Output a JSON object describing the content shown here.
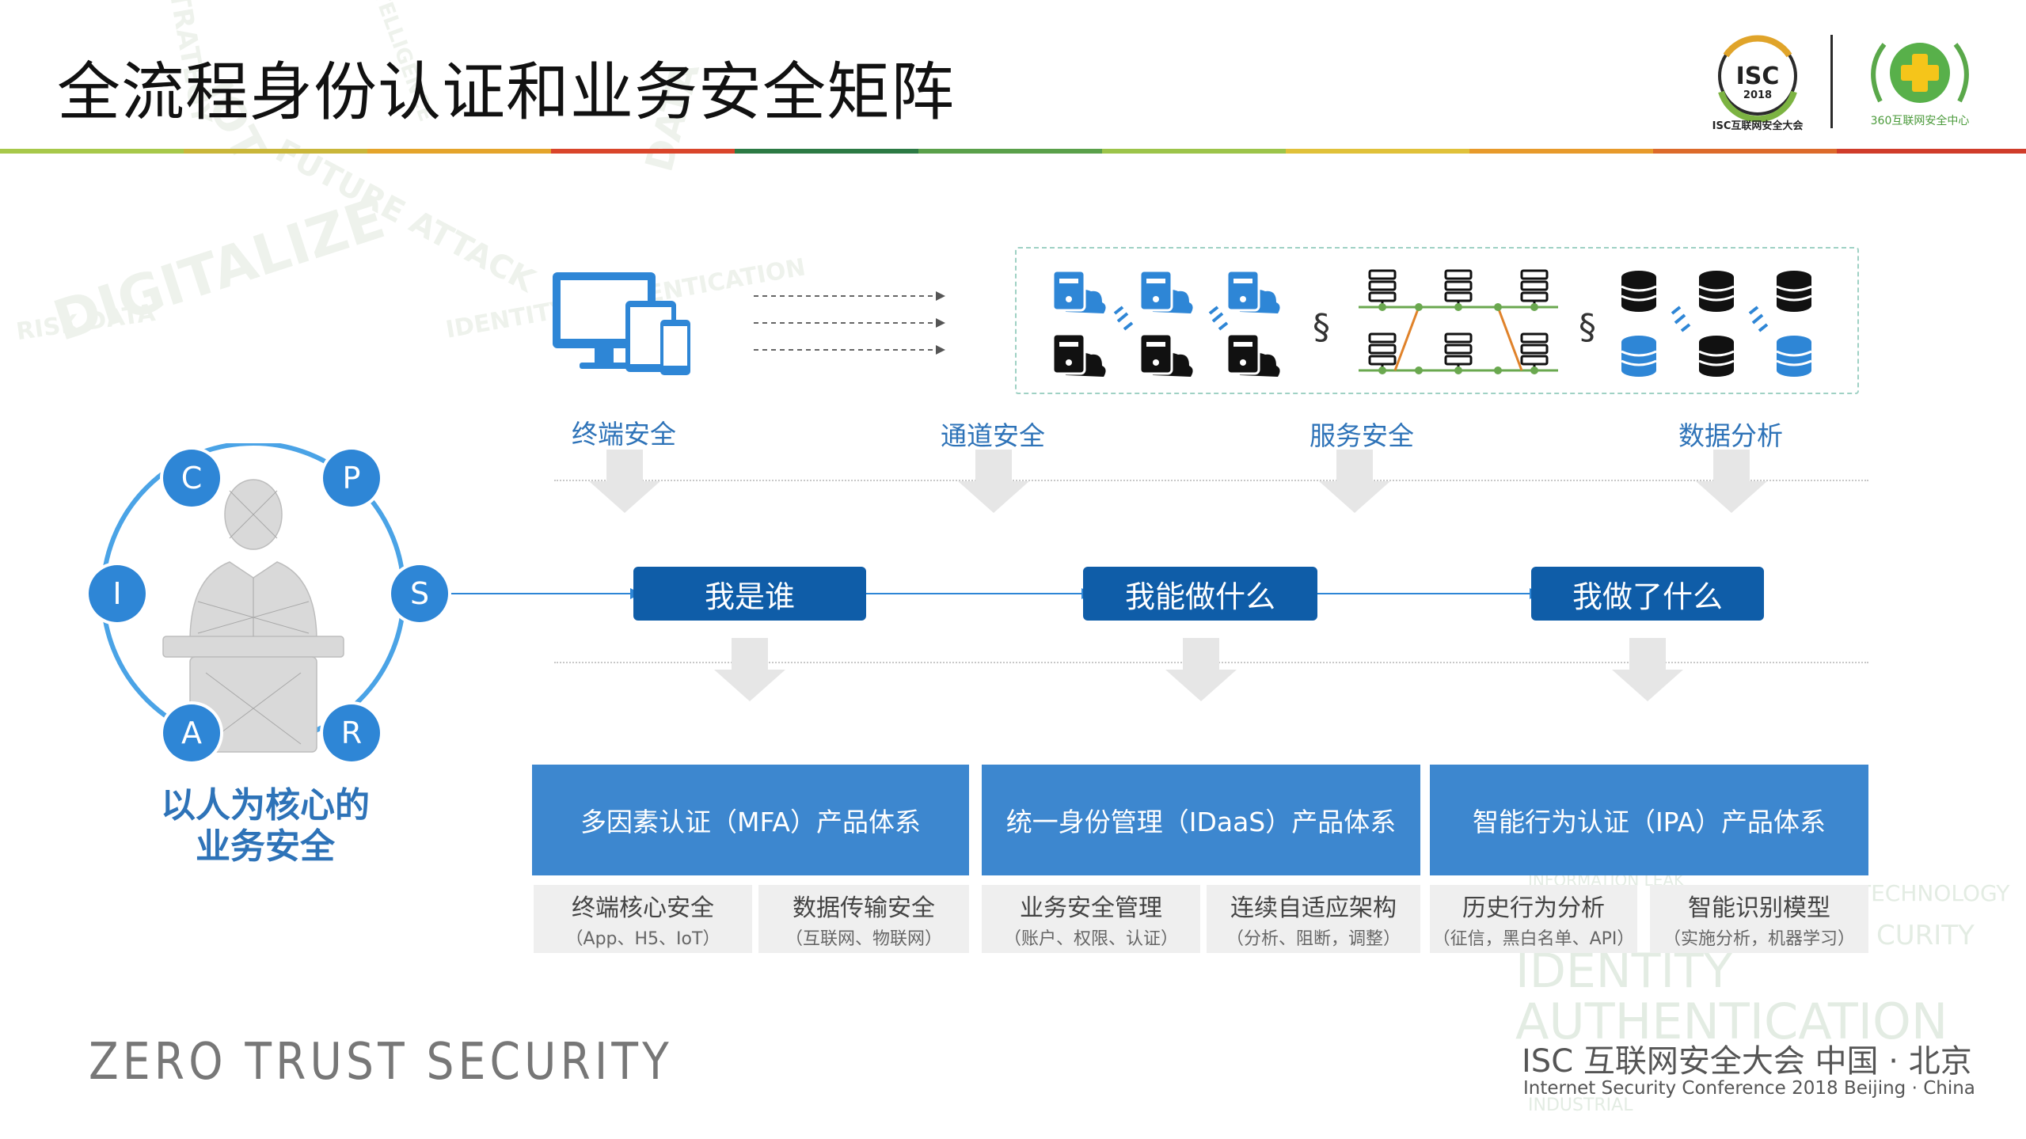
{
  "title": "全流程身份认证和业务安全矩阵",
  "logos": {
    "isc_text": "ISC",
    "isc_year": "2018",
    "isc_caption": "ISC互联网安全大会",
    "org_caption": "360互联网安全中心"
  },
  "rule_colors": [
    "#9cc94a",
    "#c5b83a",
    "#e2a12b",
    "#e07b2a",
    "#d04a2a",
    "#3c8a4a",
    "#6aa84f",
    "#b3c43a",
    "#e8b02a",
    "#e08a2a",
    "#d9582a"
  ],
  "channels": [
    {
      "label": "终端安全"
    },
    {
      "label": "通道安全"
    },
    {
      "label": "服务安全"
    },
    {
      "label": "数据分析"
    }
  ],
  "questions": [
    "我是谁",
    "我能做什么",
    "我做了什么"
  ],
  "cparc_nodes": [
    "C",
    "P",
    "I",
    "S",
    "A",
    "R"
  ],
  "cparc_caption": {
    "line1": "以人为核心的",
    "line2": "业务安全"
  },
  "products": [
    {
      "label": "多因素认证（MFA）产品体系"
    },
    {
      "label": "统一身份管理（IDaaS）产品体系"
    },
    {
      "label": "智能行为认证（IPA）产品体系"
    }
  ],
  "subitems": [
    {
      "title": "终端核心安全",
      "detail": "（App、H5、IoT）"
    },
    {
      "title": "数据传输安全",
      "detail": "（互联网、物联网）"
    },
    {
      "title": "业务安全管理",
      "detail": "（账户、权限、认证）"
    },
    {
      "title": "连续自适应架构",
      "detail": "（分析、阻断，调整）"
    },
    {
      "title": "历史行为分析",
      "detail": "（征信，黑白名单、API）"
    },
    {
      "title": "智能识别模型",
      "detail": "（实施分析，机器学习）"
    }
  ],
  "footer": {
    "left": "ZERO TRUST SECURITY",
    "right_line1": "ISC 互联网安全大会 中国 · 北京",
    "right_line2": "Internet Security Conference 2018  Beijing · China"
  },
  "watermark_words": [
    "TECHNOLOGY",
    "CURITY",
    "IDENTITY",
    "AUTHENTICATION",
    "INFORMATION LEAK",
    "INDUSTRIAL"
  ],
  "colors": {
    "accent_blue": "#0f5da8",
    "product_blue": "#3d87cf",
    "caption_blue": "#2e73b8",
    "node_blue": "#2e86d6"
  }
}
